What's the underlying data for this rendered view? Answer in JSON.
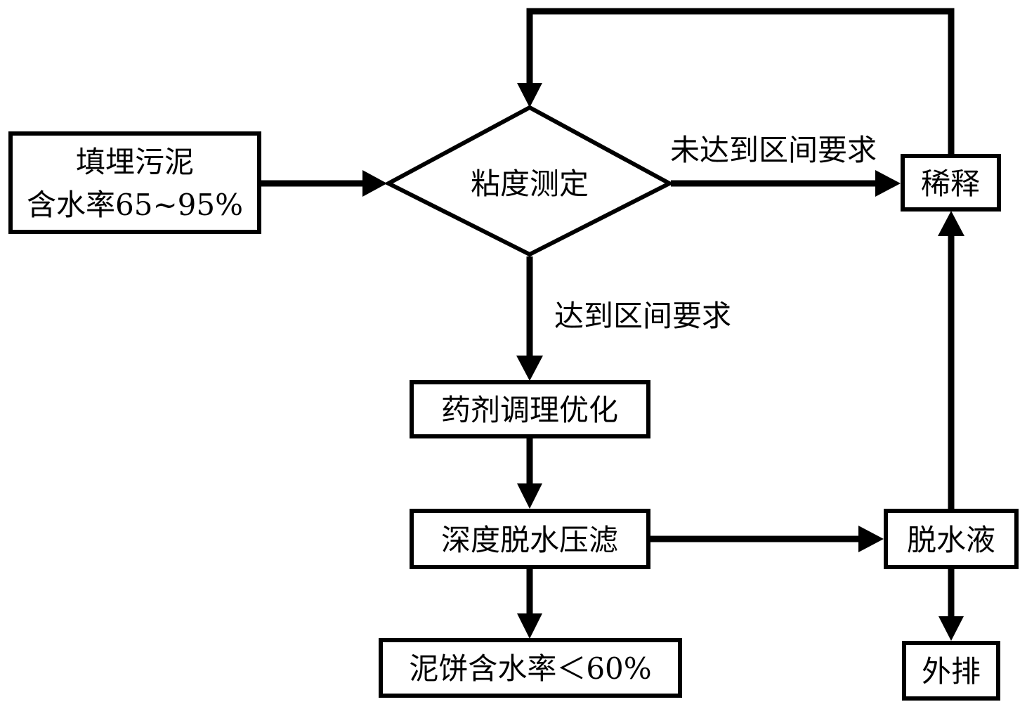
{
  "nodes": {
    "landfill_sludge": {
      "line1": "填埋污泥",
      "line2": "含水率65~95%"
    },
    "viscosity_test": "粘度测定",
    "dilution": "稀释",
    "chemical_conditioning": "药剂调理优化",
    "deep_dewatering": "深度脱水压滤",
    "sludge_cake": "泥饼含水率＜60%",
    "filtrate": "脱水液",
    "discharge": "外排"
  },
  "edge_labels": {
    "not_met": "未达到区间要求",
    "met": "达到区间要求"
  }
}
